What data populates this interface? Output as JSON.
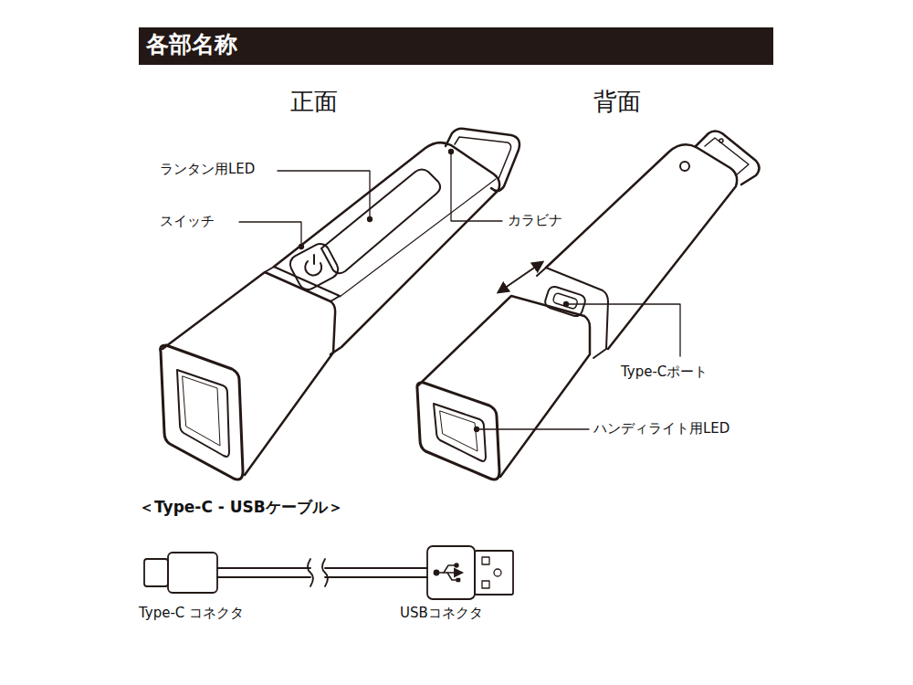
{
  "diagram": {
    "title": "各部名称",
    "labels": [
      "正面",
      "背面",
      "ランタン用LED",
      "スイッチ",
      "カラビナ",
      "Type-Cポート",
      "ハンディライト用LED",
      "＜Type-C - USBケーブル＞",
      "Type-C コネクタ",
      "USBコネクタ"
    ]
  }
}
